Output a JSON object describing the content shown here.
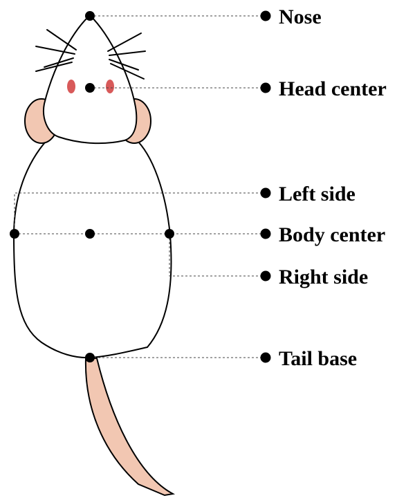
{
  "labels": {
    "nose": "Nose",
    "head_center": "Head center",
    "left_side": "Left side",
    "body_center": "Body center",
    "right_side": "Right side",
    "tail_base": "Tail base"
  },
  "colors": {
    "ear": "#f2c7b2",
    "eye": "#d85a5a",
    "tail": "#f2c7b2",
    "outline": "#000000",
    "keypoint": "#000000"
  }
}
